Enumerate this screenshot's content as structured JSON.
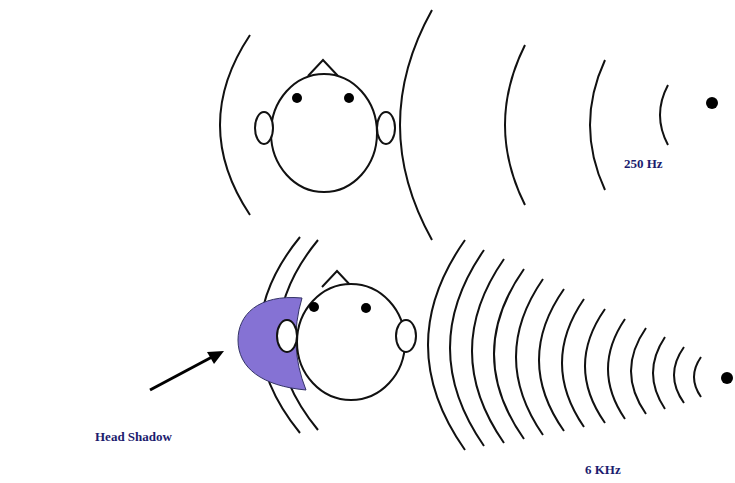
{
  "diagram": {
    "labels": [
      "250 Hz",
      "Head Shadow",
      "6 KHz"
    ]
  }
}
